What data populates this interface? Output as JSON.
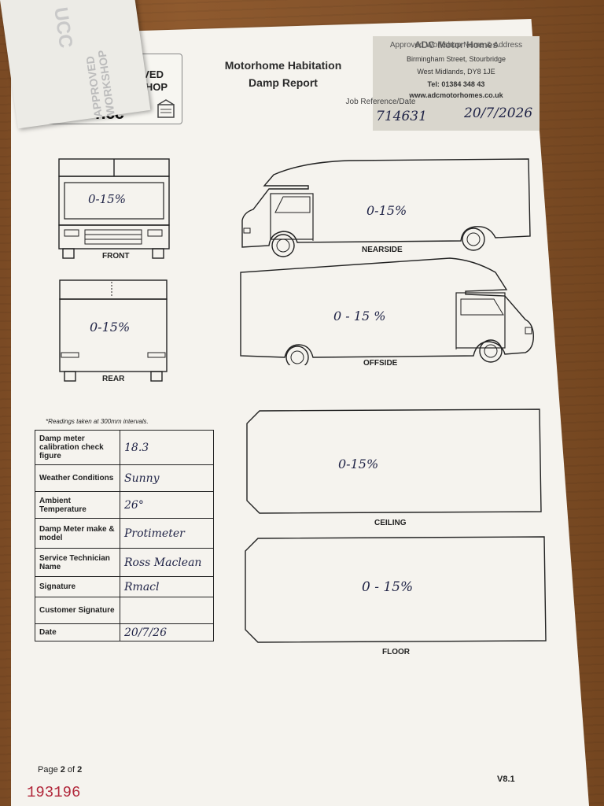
{
  "header": {
    "badge_line1": "APPROVED",
    "badge_line2": "WORKSHOP",
    "logo_text": "ncc",
    "title_line1": "Motorhome Habitation",
    "title_line2": "Damp Report"
  },
  "stamp": {
    "name_address_label": "Approved Workshop Name & Address",
    "stamp_name": "ADC Motor Homes",
    "line1": "Birmingham Street, Stourbridge",
    "line2": "West Midlands, DY8 1JE",
    "line3": "Tel: 01384 348 43",
    "line4": "www.adcmotorhomes.co.uk",
    "job_label": "Job Reference/Date",
    "job_ref": "714631",
    "job_date": "20/7/2026"
  },
  "diagrams": {
    "front": {
      "label": "FRONT",
      "reading": "0-15%"
    },
    "rear": {
      "label": "REAR",
      "reading": "0-15%"
    },
    "nearside": {
      "label": "NEARSIDE",
      "reading": "0-15%"
    },
    "offside": {
      "label": "OFFSIDE",
      "reading": "0 - 15 %"
    },
    "ceiling": {
      "label": "CEILING",
      "reading": "0-15%"
    },
    "floor": {
      "label": "FLOOR",
      "reading": "0 - 15%"
    }
  },
  "readings_note": "*Readings taken at 300mm intervals.",
  "info_rows": [
    {
      "label": "Damp meter calibration check figure",
      "value": "18.3"
    },
    {
      "label": "Weather Conditions",
      "value": "Sunny"
    },
    {
      "label": "Ambient Temperature",
      "value": "26°"
    },
    {
      "label": "Damp Meter make & model",
      "value": "Protimeter"
    },
    {
      "label": "Service Technician Name",
      "value": "Ross Maclean"
    },
    {
      "label": "Signature",
      "value": "Rmacl"
    },
    {
      "label": "Customer Signature",
      "value": ""
    },
    {
      "label": "Date",
      "value": "20/7/26"
    }
  ],
  "footer": {
    "page_prefix": "Page ",
    "page_current": "2",
    "page_of": " of ",
    "page_total": "2",
    "version": "V8.1",
    "serial": "193196"
  },
  "background_sheet": {
    "ghost_text_1": "UCC",
    "ghost_text_2": "APPROVED WORKSHOP"
  },
  "colors": {
    "ink": "#1f2346",
    "serial_red": "#b1273a",
    "paper": "#f5f3ee"
  }
}
